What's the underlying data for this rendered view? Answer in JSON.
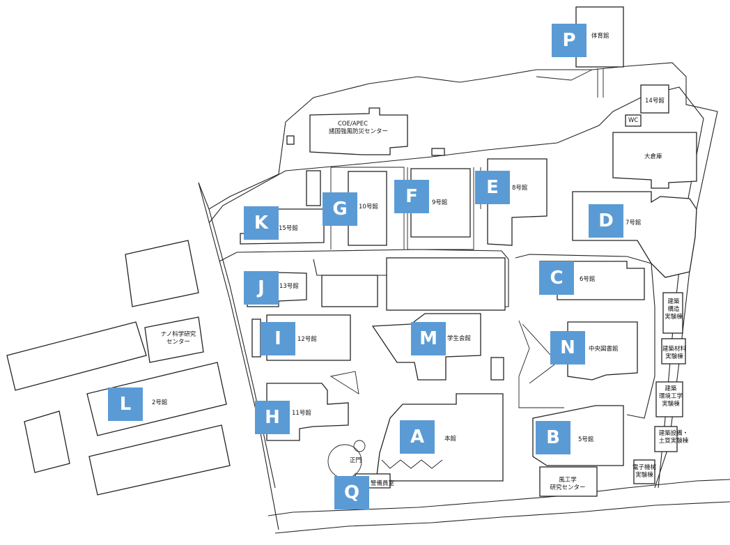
{
  "map": {
    "colors": {
      "badge": "#5b9bd5",
      "line": "#222222",
      "background": "#ffffff"
    },
    "markers": [
      {
        "letter": "P",
        "building": "体育館"
      },
      {
        "letter": "K",
        "building": "15号館"
      },
      {
        "letter": "G",
        "building": "10号館"
      },
      {
        "letter": "F",
        "building": "9号館"
      },
      {
        "letter": "E",
        "building": "8号館"
      },
      {
        "letter": "D",
        "building": "7号館"
      },
      {
        "letter": "J",
        "building": "13号館"
      },
      {
        "letter": "C",
        "building": "6号館"
      },
      {
        "letter": "I",
        "building": "12号館"
      },
      {
        "letter": "M",
        "building": "学生会館"
      },
      {
        "letter": "N",
        "building": "中央図書館"
      },
      {
        "letter": "L",
        "building": "2号館"
      },
      {
        "letter": "H",
        "building": "11号館"
      },
      {
        "letter": "A",
        "building": "本館"
      },
      {
        "letter": "B",
        "building": "5号館"
      },
      {
        "letter": "Q",
        "building": "警備員室"
      }
    ],
    "labels": {
      "gym": "体育館",
      "b14": "14号館",
      "wc": "WC",
      "coe_line1": "COE/APEC",
      "coe_line2": "諸国強風防災センター",
      "okura": "大倉庫",
      "b8": "8号館",
      "b9": "9号館",
      "b10": "10号館",
      "b15": "15号館",
      "b7": "7号館",
      "b13": "13号館",
      "b6": "6号館",
      "arch_struct": "建築\n構造\n実験棟",
      "arch_material": "建築材料\n実験棟",
      "arch_env": "建築\n環境工学\n実験棟",
      "arch_equip": "建築設備・\n土質実験棟",
      "elec": "電子機械\n実験棟",
      "library": "中央図書館",
      "student_hall": "学生会館",
      "b12": "12号館",
      "nano": "ナノ科学研究\nセンター",
      "b2": "2号館",
      "b11": "11号館",
      "main": "本館",
      "b5": "5号館",
      "wind": "風工学\n研究センター",
      "gate": "正門",
      "guard": "警備員室"
    }
  }
}
